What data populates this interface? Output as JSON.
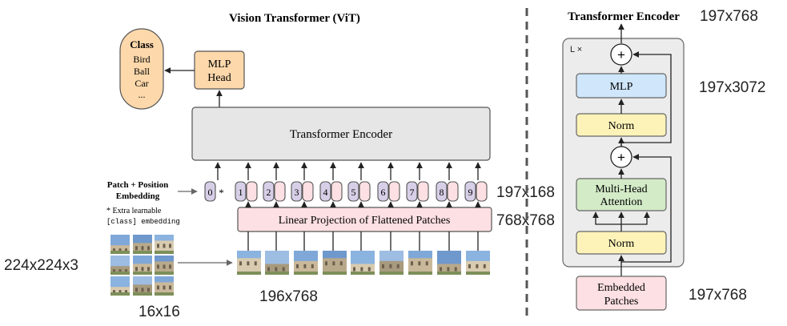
{
  "vit": {
    "title": "Vision Transformer (ViT)",
    "class_box": {
      "title": "Class",
      "items": [
        "Bird",
        "Ball",
        "Car",
        "..."
      ]
    },
    "mlp_head": [
      "MLP",
      "Head"
    ],
    "encoder_label": "Transformer Encoder",
    "patch_pos_label": [
      "Patch + Position",
      "Embedding"
    ],
    "extra_note": [
      "* Extra learnable",
      "[class] embedding"
    ],
    "linear_projection_label": "Linear Projection of Flattened Patches",
    "token_positions": [
      "0",
      "1",
      "2",
      "3",
      "4",
      "5",
      "6",
      "7",
      "8",
      "9"
    ],
    "class_token_marker": "*"
  },
  "encoder_detail": {
    "title": "Transformer Encoder",
    "repeat_label": "L ×",
    "mlp": "MLP",
    "norm": "Norm",
    "attention": [
      "Multi-Head",
      "Attention"
    ],
    "embedded_patches": [
      "Embedded",
      "Patches"
    ],
    "plus": "+"
  },
  "dims": {
    "image": "224x224x3",
    "patch_size": "16x16",
    "patches": "196x768",
    "tokens": "197x168",
    "projection": "768x768",
    "encoder_out": "197x768",
    "mlp_hidden": "197x3072",
    "embedded": "197x768"
  },
  "colors": {
    "class_fill": "#fcd8ab",
    "mlp_head_fill": "#fcd8ab",
    "encoder_fill": "#e6e6e6",
    "projection_fill": "#fde0e3",
    "token_purple": "#d7cfe7",
    "token_pink": "#fde0e3",
    "mlp_fill": "#cfe6fb",
    "norm_fill": "#fdf3b8",
    "attention_fill": "#d3ebc7",
    "panel_fill": "#ececec"
  }
}
